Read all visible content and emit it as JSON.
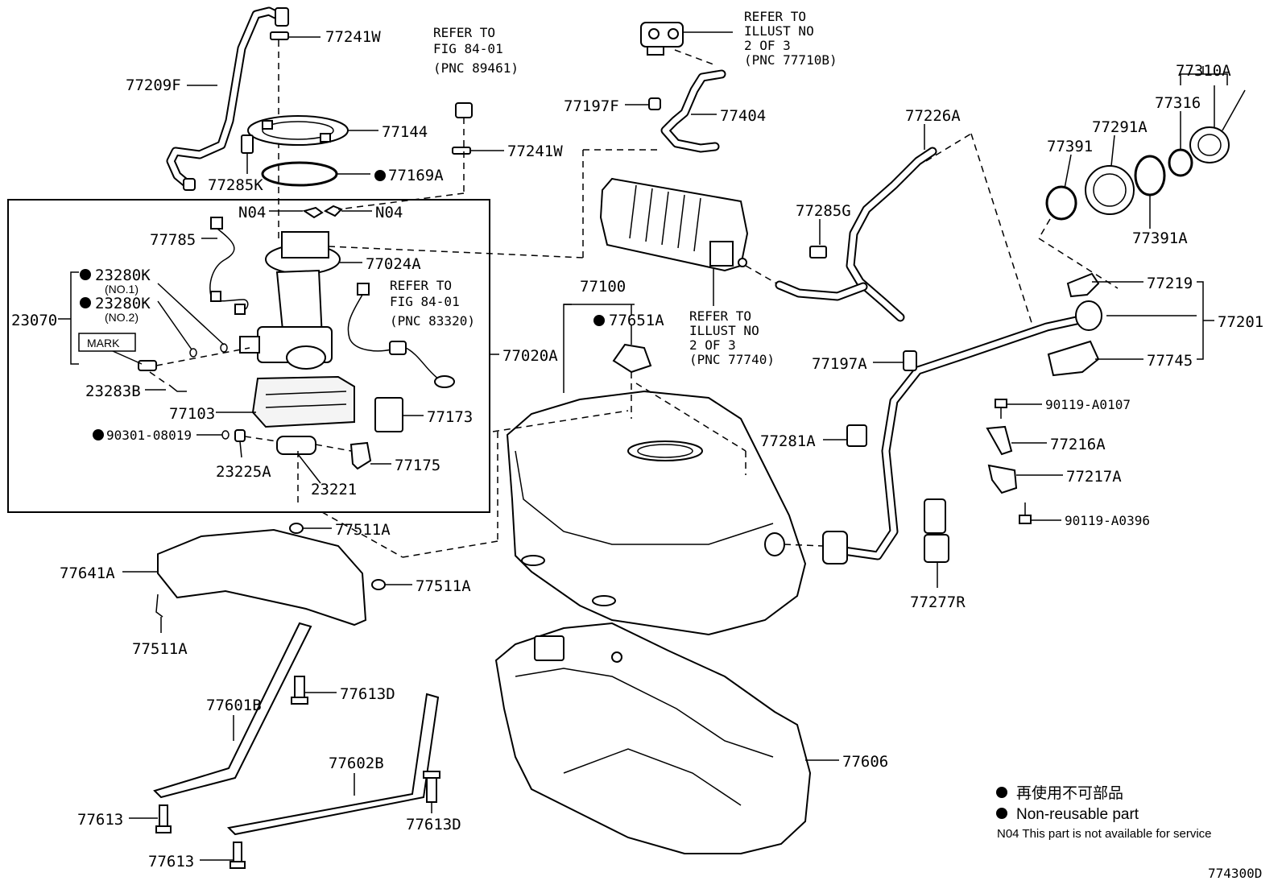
{
  "labels": {
    "l77241w_top": "77241W",
    "l77209f": "77209F",
    "l77144": "77144",
    "l77285k": "77285K",
    "l77169a": "77169A",
    "l_refer_fig1": "REFER TO",
    "l_refer_fig2": "FIG 84-01",
    "l_refer_fig3": "(PNC 89461)",
    "l77241w_mid": "77241W",
    "l_refer_ill1": "REFER TO",
    "l_refer_ill2": "ILLUST NO",
    "l_refer_ill3": "2 OF 3",
    "l_refer_ill4": "(PNC 77710B)",
    "l77197f": "77197F",
    "l77404": "77404",
    "l77226a": "77226A",
    "l77310a": "77310A",
    "l77316": "77316",
    "l77291a": "77291A",
    "l77391": "77391",
    "l77391a": "77391A",
    "l77285g": "77285G",
    "ln04_a": "N04",
    "ln04_b": "N04",
    "l77785": "77785",
    "l77024a": "77024A",
    "l23280k_1": "23280K",
    "l23280k_1_no": "(NO.1)",
    "l23280k_2": "23280K",
    "l23280k_2_no": "(NO.2)",
    "l23070": "23070",
    "l_mark": "MARK",
    "l23283b": "23283B",
    "l_refer_83320_1": "REFER TO",
    "l_refer_83320_2": "FIG 84-01",
    "l_refer_83320_3": "(PNC 83320)",
    "l77020a": "77020A",
    "l77103": "77103",
    "l77173": "77173",
    "l90301": "90301-08019",
    "l77175": "77175",
    "l23225a": "23225A",
    "l23221": "23221",
    "l77100": "77100",
    "l77651a": "77651A",
    "l_refer_77740_1": "REFER TO",
    "l_refer_77740_2": "ILLUST NO",
    "l_refer_77740_3": "2 OF 3",
    "l_refer_77740_4": "(PNC 77740)",
    "l77197a": "77197A",
    "l77219": "77219",
    "l77201": "77201",
    "l77745": "77745",
    "l90119_a0107": "90119-A0107",
    "l77216a": "77216A",
    "l77217a": "77217A",
    "l90119_a0396": "90119-A0396",
    "l77281a": "77281A",
    "l77511a_1": "77511A",
    "l77511a_2": "77511A",
    "l77511a_3": "77511A",
    "l77641a": "77641A",
    "l77277r": "77277R",
    "l77613d_1": "77613D",
    "l77601b": "77601B",
    "l77602b": "77602B",
    "l77613d_2": "77613D",
    "l77613_1": "77613",
    "l77613_2": "77613",
    "l77606": "77606"
  },
  "legend": {
    "jp": "再使用不可部品",
    "en": "Non-reusable part",
    "n04": "N04 This part is not available for service"
  },
  "figure_id": "774300D"
}
